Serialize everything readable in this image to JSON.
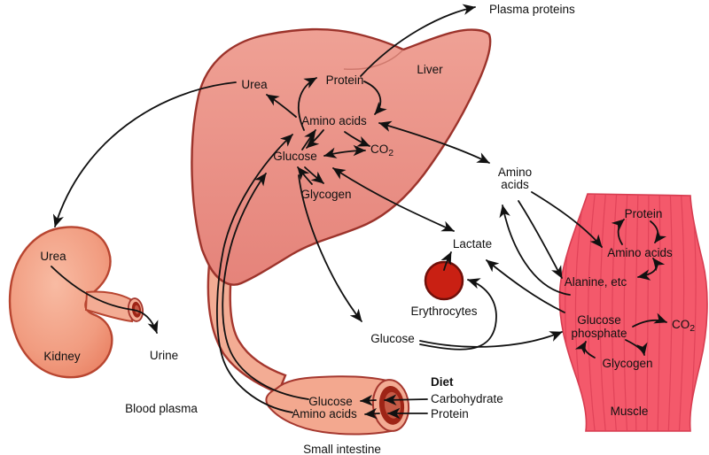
{
  "colors": {
    "liver_fill": "#eb9084",
    "liver_stroke": "#9c332b",
    "kidney_stroke": "#b84530",
    "tube_fill": "#f3ac94",
    "tube_stroke": "#a5372e",
    "intestine_fill": "#f3a88f",
    "muscle_fill": "#f4596b",
    "muscle_stroke": "#d73c50",
    "striation": "#dd4056",
    "erythrocyte_fill": "#c92013",
    "erythrocyte_stroke": "#70100a",
    "ring_dark": "#9e2416",
    "ring_mid": "#c65a46",
    "arrow": "#111111",
    "text": "#111111"
  },
  "blood": {
    "plasma_proteins": "Plasma proteins",
    "amino_line1": "Amino",
    "amino_line2": "acids",
    "lactate": "Lactate",
    "erythrocytes": "Erythrocytes",
    "glucose": "Glucose",
    "blood_plasma": "Blood plasma",
    "urine": "Urine"
  },
  "liver": {
    "name": "Liver",
    "urea": "Urea",
    "protein": "Protein",
    "amino_acids": "Amino acids",
    "glucose": "Glucose",
    "co2_main": "CO",
    "co2_sub": "2",
    "glycogen": "Glycogen"
  },
  "kidney": {
    "name": "Kidney",
    "urea": "Urea"
  },
  "muscle": {
    "name": "Muscle",
    "protein": "Protein",
    "amino_acids": "Amino acids",
    "alanine": "Alanine, etc",
    "glucose_phosphate_line1": "Glucose",
    "glucose_phosphate_line2": "phosphate",
    "co2_main": "CO",
    "co2_sub": "2",
    "glycogen": "Glycogen"
  },
  "intestine": {
    "name": "Small intestine",
    "glucose": "Glucose",
    "amino_acids": "Amino acids"
  },
  "diet": {
    "title": "Diet",
    "carbohydrate": "Carbohydrate",
    "protein": "Protein"
  }
}
